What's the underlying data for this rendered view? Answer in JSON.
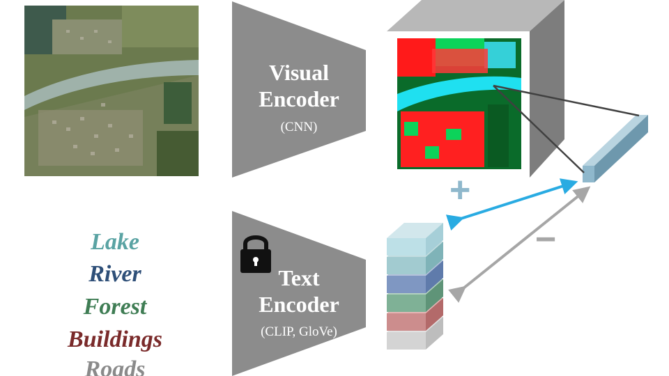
{
  "visual_encoder": {
    "title_line1": "Visual",
    "title_line2": "Encoder",
    "subtitle": "(CNN)"
  },
  "text_encoder": {
    "title_line1": "Text",
    "title_line2": "Encoder",
    "subtitle": "(CLIP, GloVe)"
  },
  "class_words": [
    {
      "label": "Lake",
      "color": "#5aa3a3"
    },
    {
      "label": "River",
      "color": "#2e4f78"
    },
    {
      "label": "Forest",
      "color": "#3f7d54"
    },
    {
      "label": "Buildings",
      "color": "#7a2a2a"
    },
    {
      "label": "Roads",
      "color": "#8a8a8a"
    }
  ],
  "plus_sign": "+",
  "minus_sign": "−",
  "colors": {
    "encoder_gray": "#8c8c8c",
    "arrow_blue": "#29abe2",
    "arrow_gray": "#a6a6a6",
    "vector_blue": "#8fb8cc"
  },
  "icons": [
    "lock-icon"
  ]
}
